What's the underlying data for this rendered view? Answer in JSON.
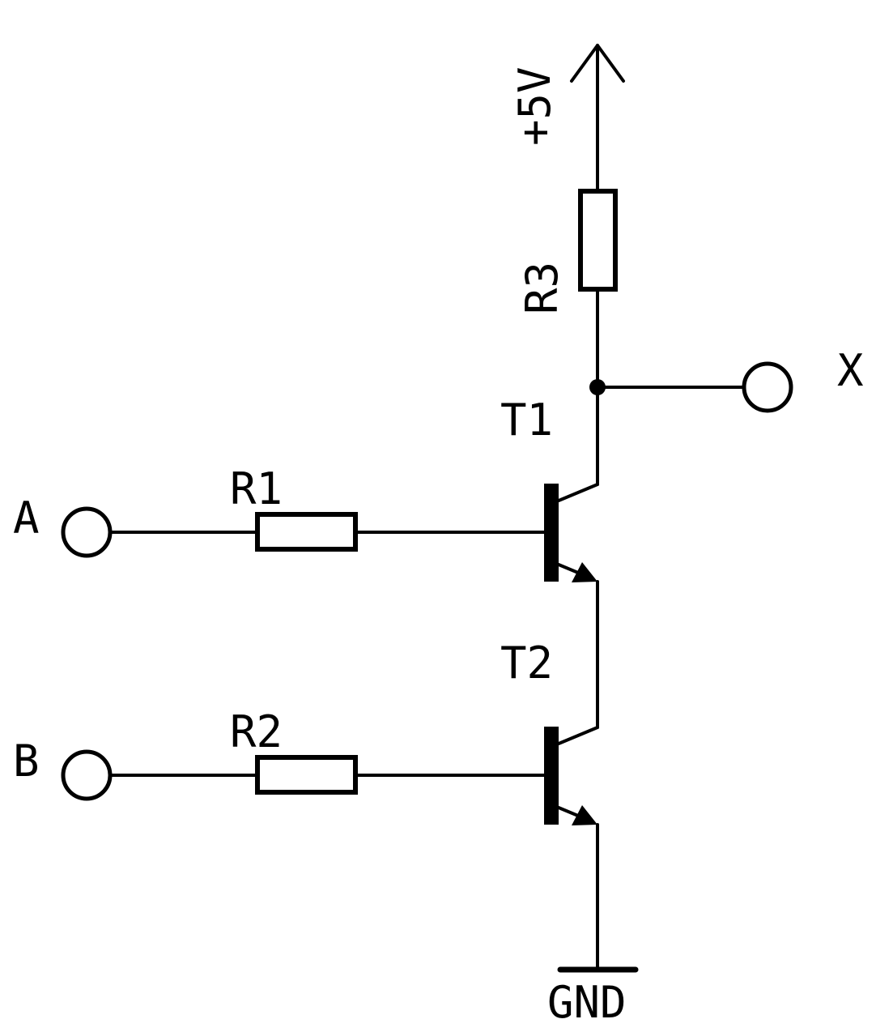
{
  "labels": {
    "supply": "+5V",
    "r3": "R3",
    "output": "X",
    "t1": "T1",
    "r1": "R1",
    "input_a": "A",
    "t2": "T2",
    "r2": "R2",
    "input_b": "B",
    "ground": "GND"
  }
}
